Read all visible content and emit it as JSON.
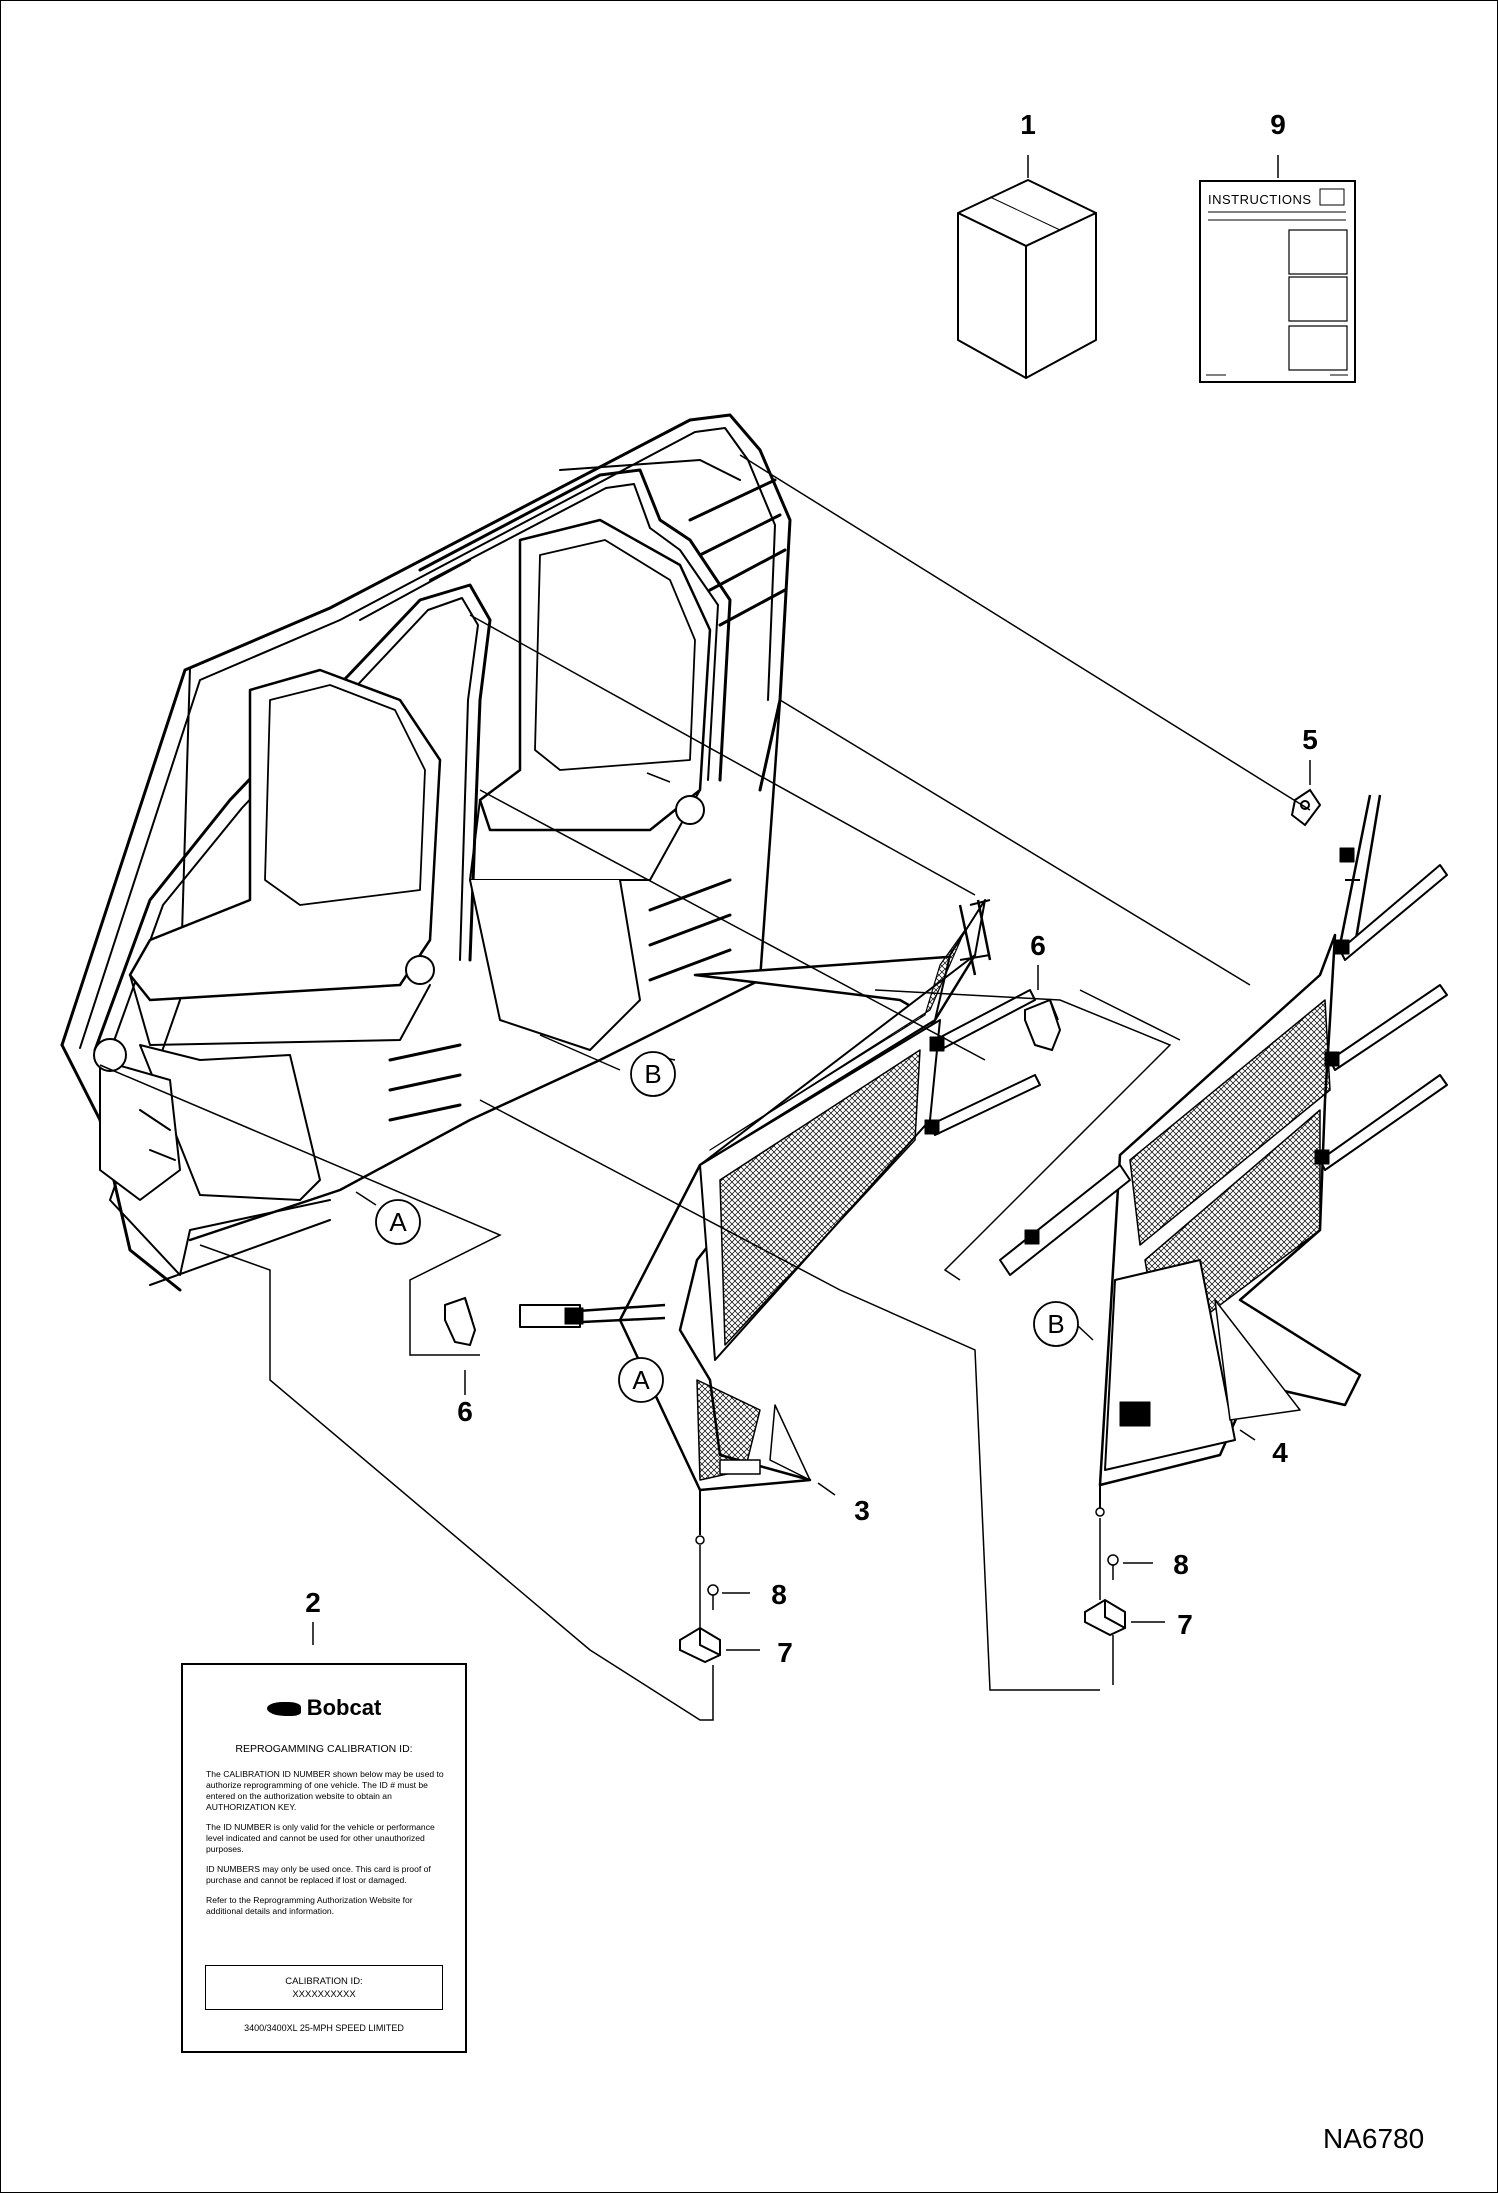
{
  "drawing_id": "NA6780",
  "callouts": {
    "box": "1",
    "card": "2",
    "net_left": "3",
    "net_right": "4",
    "clip_top": "5",
    "strap_clip_center": "6",
    "strap_clip_left": "6",
    "bracket_left": "7",
    "bracket_right": "7",
    "screw_left": "8",
    "screw_right": "8",
    "instructions": "9"
  },
  "ref_letters": {
    "a_vehicle": "A",
    "a_net": "A",
    "b_vehicle": "B",
    "b_net": "B"
  },
  "instructions_sheet": {
    "label": "INSTRUCTIONS"
  },
  "calibration_card": {
    "brand": "Bobcat",
    "title": "REPROGAMMING CALIBRATION ID:",
    "paragraphs": [
      "The CALIBRATION ID NUMBER shown below may be used to authorize reprogramming of one vehicle. The ID # must be entered on the authorization website to obtain an AUTHORIZATION KEY.",
      "The ID NUMBER is only valid for the vehicle or performance level indicated and cannot be used for other unauthorized purposes.",
      "ID NUMBERS may only be used once. This card is proof of purchase and cannot be replaced if lost or damaged.",
      "Refer to the Reprogramming Authorization Website for additional details and information."
    ],
    "cal_label": "CALIBRATION ID:",
    "cal_value": "XXXXXXXXXX",
    "footer": "3400/3400XL 25-MPH SPEED LIMITED"
  }
}
